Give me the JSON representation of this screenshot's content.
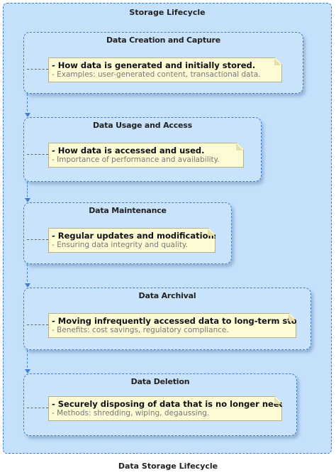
{
  "diagram": {
    "title": "Storage Lifecycle",
    "caption": "Data Storage Lifecycle",
    "stages": [
      {
        "title": "Data Creation and Capture",
        "line1": "- How data is generated and initially stored.",
        "line2": "- Examples: user-generated content, transactional data."
      },
      {
        "title": "Data Usage and Access",
        "line1": "- How data is accessed and used.",
        "line2": "- Importance of performance and availability."
      },
      {
        "title": "Data Maintenance",
        "line1": "- Regular updates and modifications.",
        "line2": "- Ensuring data integrity and quality."
      },
      {
        "title": "Data Archival",
        "line1": "- Moving infrequently accessed data to long-term storage.",
        "line2": "- Benefits: cost savings, regulatory compliance."
      },
      {
        "title": "Data Deletion",
        "line1": "- Securely disposing of data that is no longer needed.",
        "line2": "- Methods: shredding, wiping, degaussing."
      }
    ]
  }
}
